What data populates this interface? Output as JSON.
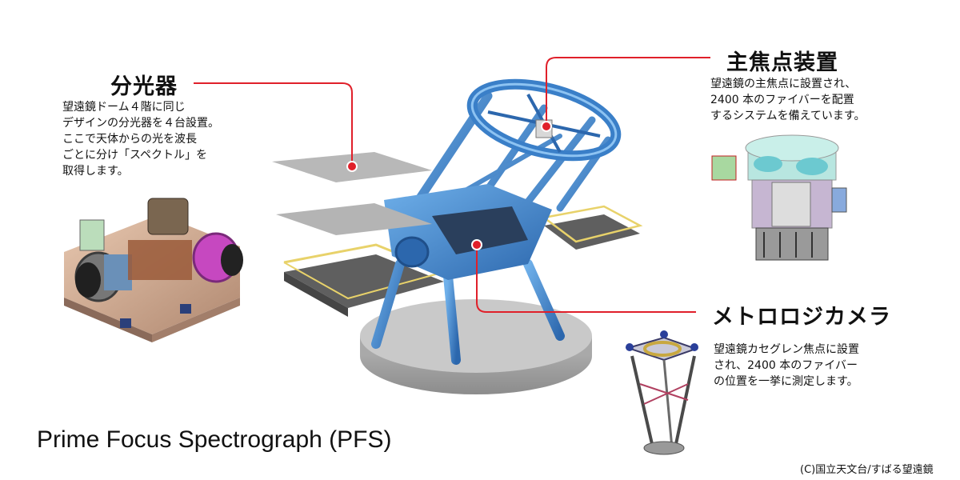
{
  "title": "Prime Focus Spectrograph (PFS)",
  "credit": "(C)国立天文台/すばる望遠鏡",
  "callouts": {
    "spectrograph": {
      "heading": "分光器",
      "description": "望遠鏡ドーム４階に同じ\nデザインの分光器を４台設置。\nここで天体からの光を波長\nごとに分け「スペクトル」を\n取得します。"
    },
    "prime_focus": {
      "heading": "主焦点装置",
      "description": "望遠鏡の主焦点に設置され、\n2400 本のファイバーを配置\nするシステムを備えています。"
    },
    "metrology": {
      "heading": "メトロロジカメラ",
      "description": "望遠鏡カセグレン焦点に設置\nされ、2400 本のファイバー\nの位置を一挙に測定します。"
    }
  },
  "colors": {
    "leader_line": "#e0202a",
    "telescope_blue": "#3a7fc8",
    "platform_gray": "#6a6a6a",
    "railing_yellow": "#e8d26a"
  }
}
